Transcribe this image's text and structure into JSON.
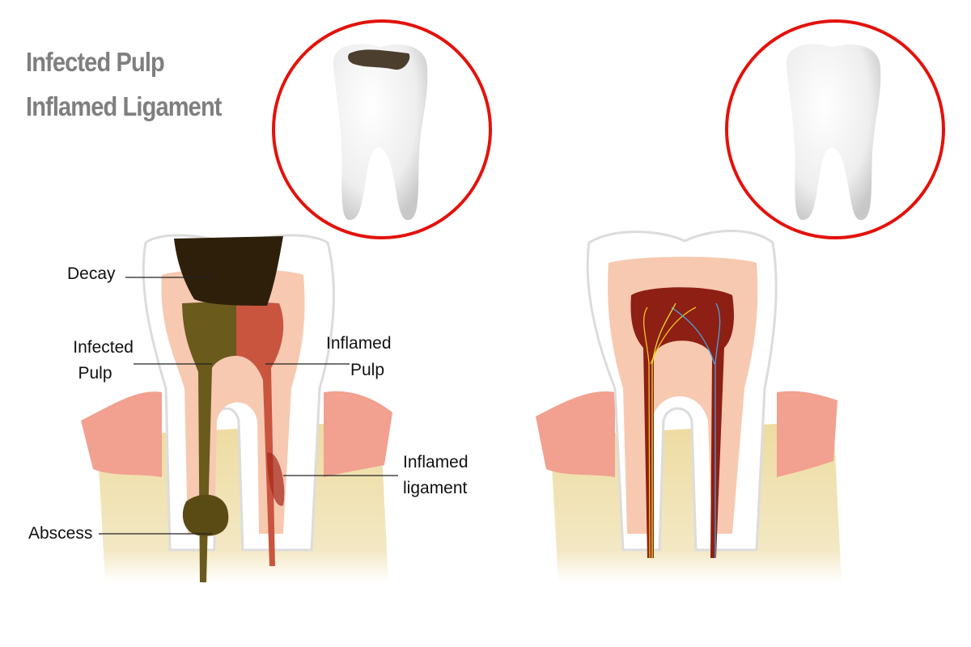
{
  "title": {
    "line1": "Infected Pulp",
    "line2": "Inflamed Ligament"
  },
  "labels": {
    "decay": "Decay",
    "infected_pulp_1": "Infected",
    "infected_pulp_2": "Pulp",
    "inflamed_pulp_1": "Inflamed",
    "inflamed_pulp_2": "Pulp",
    "inflamed_ligament_1": "Inflamed",
    "inflamed_ligament_2": "ligament",
    "abscess": "Abscess"
  },
  "colors": {
    "circle": "#e3120b",
    "title": "#7f7f7f",
    "gum": "#f2a090",
    "bone": "#eedfa6",
    "dentin": "#f7c9b0",
    "enamel": "#ffffff",
    "decay": "#2e1f0b",
    "infected": "#6a5a1c",
    "inflamed": "#a4271c"
  }
}
